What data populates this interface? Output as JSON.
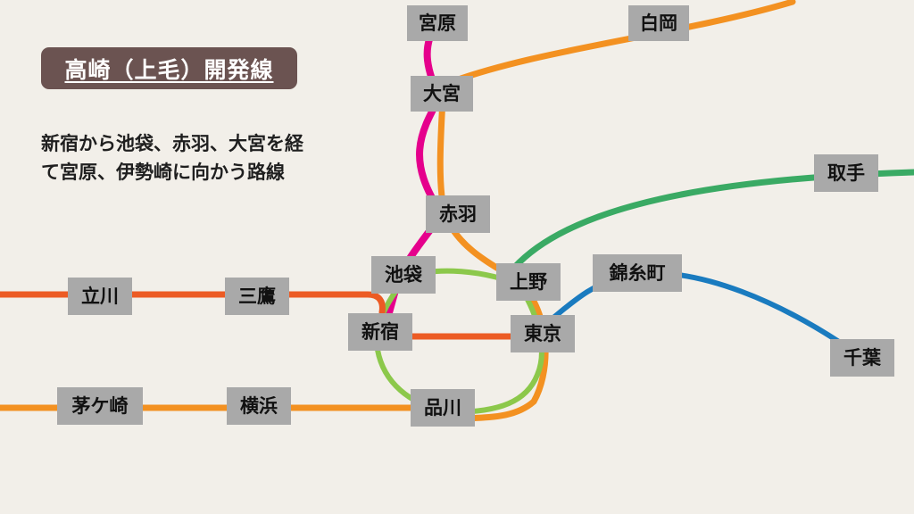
{
  "title": "高崎（上毛）開発線",
  "description": [
    "新宿から池袋、赤羽、大宮を経",
    "て宮原、伊勢崎に向かう路線"
  ],
  "colors": {
    "background": "#f2efe9",
    "title_badge": "#6b5351",
    "station_box": "#a9a9a9",
    "magenta_line": "#e5008c",
    "orange_line": "#f39121",
    "green_line": "#3aaa64",
    "lightgreen_line": "#8cc84b",
    "redorange_line": "#ec5b24",
    "blue_line": "#1a7bbf"
  },
  "stations": {
    "miyahara": "宮原",
    "hakuoka": "白岡",
    "omiya": "大宮",
    "toride": "取手",
    "akabane": "赤羽",
    "ikebukuro": "池袋",
    "ueno": "上野",
    "kinshicho": "錦糸町",
    "tachikawa": "立川",
    "mitaka": "三鷹",
    "shinjuku": "新宿",
    "tokyo": "東京",
    "chiba": "千葉",
    "chigasaki": "茅ケ崎",
    "yokohama": "横浜",
    "shinagawa": "品川"
  }
}
